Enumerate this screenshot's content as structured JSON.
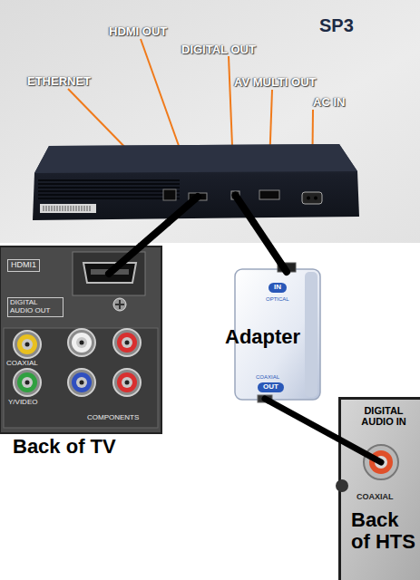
{
  "diagram": {
    "nodes": [
      {
        "text": [
          "SP3"
        ]
      },
      {
        "text": [
          "Back of TV",
          "HDMI1",
          "DIGITAL AUDIO OUT",
          "COAXIAL",
          "Y/VIDEO",
          "COMPONENTS"
        ]
      },
      {
        "text": [
          "Adapter",
          "IN",
          "OPTICAL",
          "COAXIAL",
          "OUT"
        ]
      },
      {
        "text": [
          "DIGITAL AUDIO IN",
          "COAXIAL",
          "Back of HTS"
        ]
      }
    ],
    "edges": [
      {
        "from": 0,
        "to": 1,
        "arrow": "none"
      },
      {
        "from": 0,
        "to": 2,
        "arrow": "none"
      },
      {
        "from": 2,
        "to": 3,
        "arrow": "none"
      }
    ],
    "labels": [
      "ETHERNET",
      "HDMI OUT",
      "DIGITAL OUT",
      "AV MULTI OUT",
      "AC IN"
    ]
  }
}
